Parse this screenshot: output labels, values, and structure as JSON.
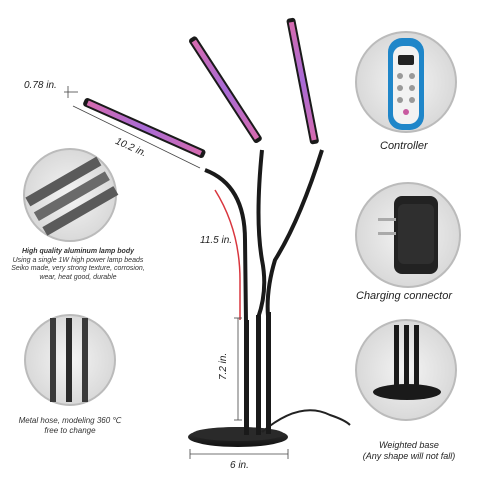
{
  "dimensions": {
    "head_width": "0.78 in.",
    "lamp_length": "10.2 in.",
    "hose_length": "11.5 in.",
    "pole_height": "7.2 in.",
    "base_width": "6 in."
  },
  "callouts": {
    "lamp_body_title": "High quality aluminum lamp body",
    "lamp_body_text": "Using a single 1W high power lamp beads Seiko made, very strong texture, corrosion, wear, heat good, durable",
    "controller": "Controller",
    "charging_connector": "Charging connector",
    "metal_hose": "Metal hose, modeling 360 ℃ free to change",
    "weighted_base_title": "Weighted base",
    "weighted_base_note": "(Any shape will not fall)"
  },
  "colors": {
    "controller_blue": "#1f86c9",
    "lamp_purple": "#c85aa0",
    "cable_red": "#d9363e",
    "dark": "#1a1a1a"
  },
  "icons": [
    "controller-remote-icon",
    "power-adapter-icon",
    "metal-hose-icon",
    "weighted-base-icon",
    "lamp-body-icon"
  ]
}
